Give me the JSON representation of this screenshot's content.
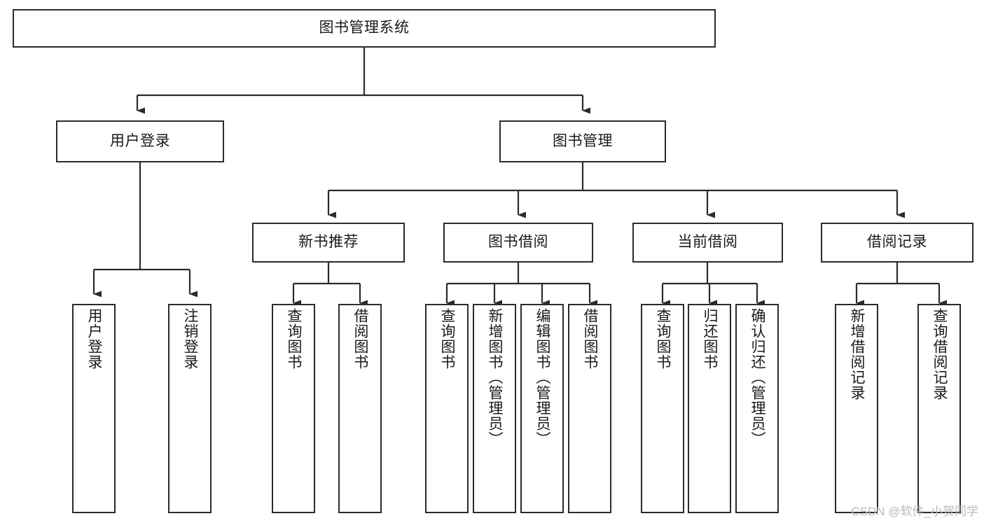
{
  "diagram": {
    "title": "图书管理系统",
    "watermark": "CSDN @软件_小贺同学",
    "colors": {
      "border": "#2b2b2b",
      "fill": "#ffffff",
      "text": "#1a1a1a",
      "edge": "#2b2b2b",
      "watermark": "#b9b9b9"
    },
    "nodes": {
      "root": {
        "label": "图书管理系统"
      },
      "level2": [
        {
          "id": "user-login",
          "label": "用户登录"
        },
        {
          "id": "book-manage",
          "label": "图书管理"
        }
      ],
      "level3": [
        {
          "id": "new-book-rec",
          "label": "新书推荐"
        },
        {
          "id": "book-borrow",
          "label": "图书借阅"
        },
        {
          "id": "current-borrow",
          "label": "当前借阅"
        },
        {
          "id": "borrow-record",
          "label": "借阅记录"
        }
      ],
      "leaves": {
        "user_login": [
          {
            "id": "leaf-user-login",
            "label": "用户登录"
          },
          {
            "id": "leaf-logout-login",
            "label": "注销登录"
          }
        ],
        "new_book_rec": [
          {
            "id": "leaf-query-book-1",
            "label": "查询图书"
          },
          {
            "id": "leaf-borrow-book-1",
            "label": "借阅图书"
          }
        ],
        "book_borrow": [
          {
            "id": "leaf-query-book-2",
            "label": "查询图书"
          },
          {
            "id": "leaf-add-book",
            "label": "新增图书（管理员）"
          },
          {
            "id": "leaf-edit-book",
            "label": "编辑图书（管理员）"
          },
          {
            "id": "leaf-borrow-book-2",
            "label": "借阅图书"
          }
        ],
        "current_borrow": [
          {
            "id": "leaf-query-book-3",
            "label": "查询图书"
          },
          {
            "id": "leaf-return-book",
            "label": "归还图书"
          },
          {
            "id": "leaf-confirm-return",
            "label": "确认归还（管理员）"
          }
        ],
        "borrow_record": [
          {
            "id": "leaf-add-record",
            "label": "新增借阅记录"
          },
          {
            "id": "leaf-query-record",
            "label": "查询借阅记录"
          }
        ]
      }
    }
  }
}
